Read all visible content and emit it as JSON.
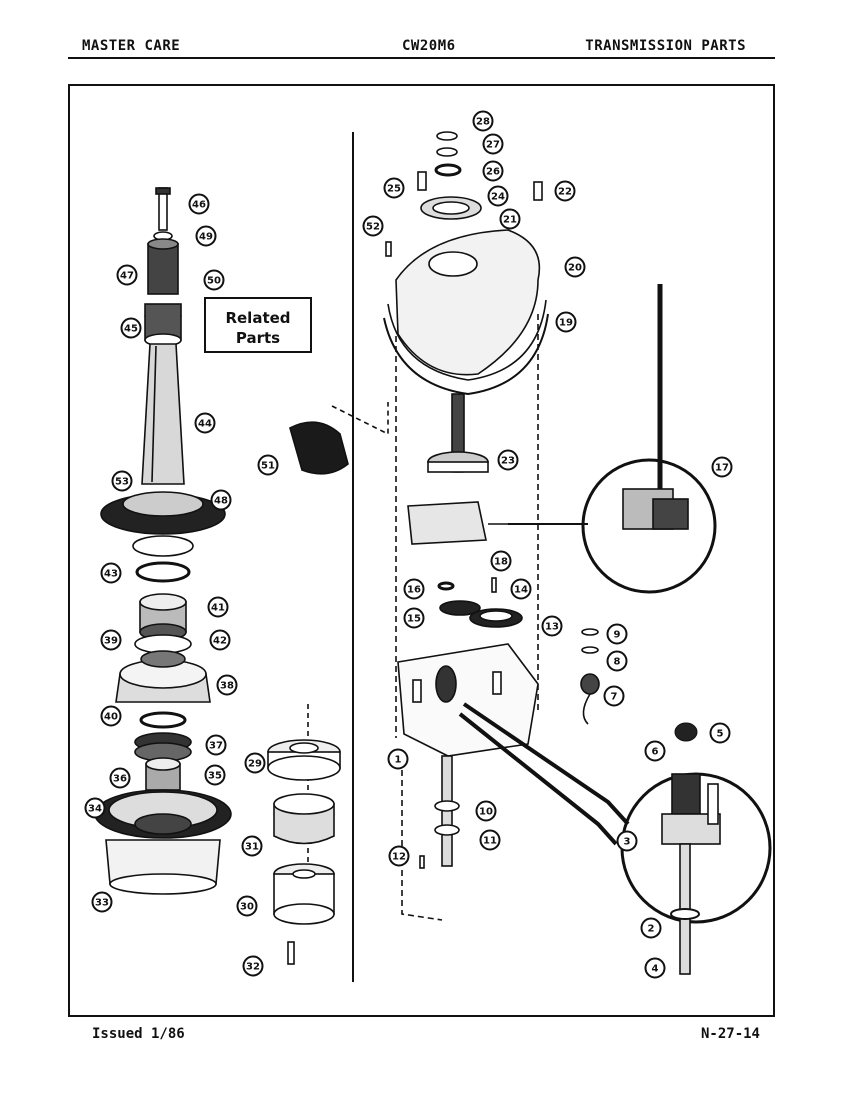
{
  "header": {
    "left": "MASTER CARE",
    "center": "CW20M6",
    "right": "TRANSMISSION PARTS"
  },
  "related_parts": {
    "line1": "Related",
    "line2": "Parts"
  },
  "footer": {
    "issued": "Issued 1/86",
    "page_code": "N-27-14"
  },
  "callouts": [
    "28",
    "27",
    "26",
    "25",
    "24",
    "22",
    "52",
    "21",
    "20",
    "19",
    "17",
    "18",
    "16",
    "14",
    "15",
    "13",
    "9",
    "8",
    "7",
    "1",
    "5",
    "6",
    "3",
    "10",
    "11",
    "12",
    "2",
    "4",
    "23",
    "51",
    "46",
    "49",
    "47",
    "50",
    "45",
    "44",
    "53",
    "48",
    "43",
    "41",
    "39",
    "42",
    "38",
    "40",
    "37",
    "36",
    "35",
    "34",
    "33",
    "29",
    "31",
    "30",
    "32"
  ]
}
